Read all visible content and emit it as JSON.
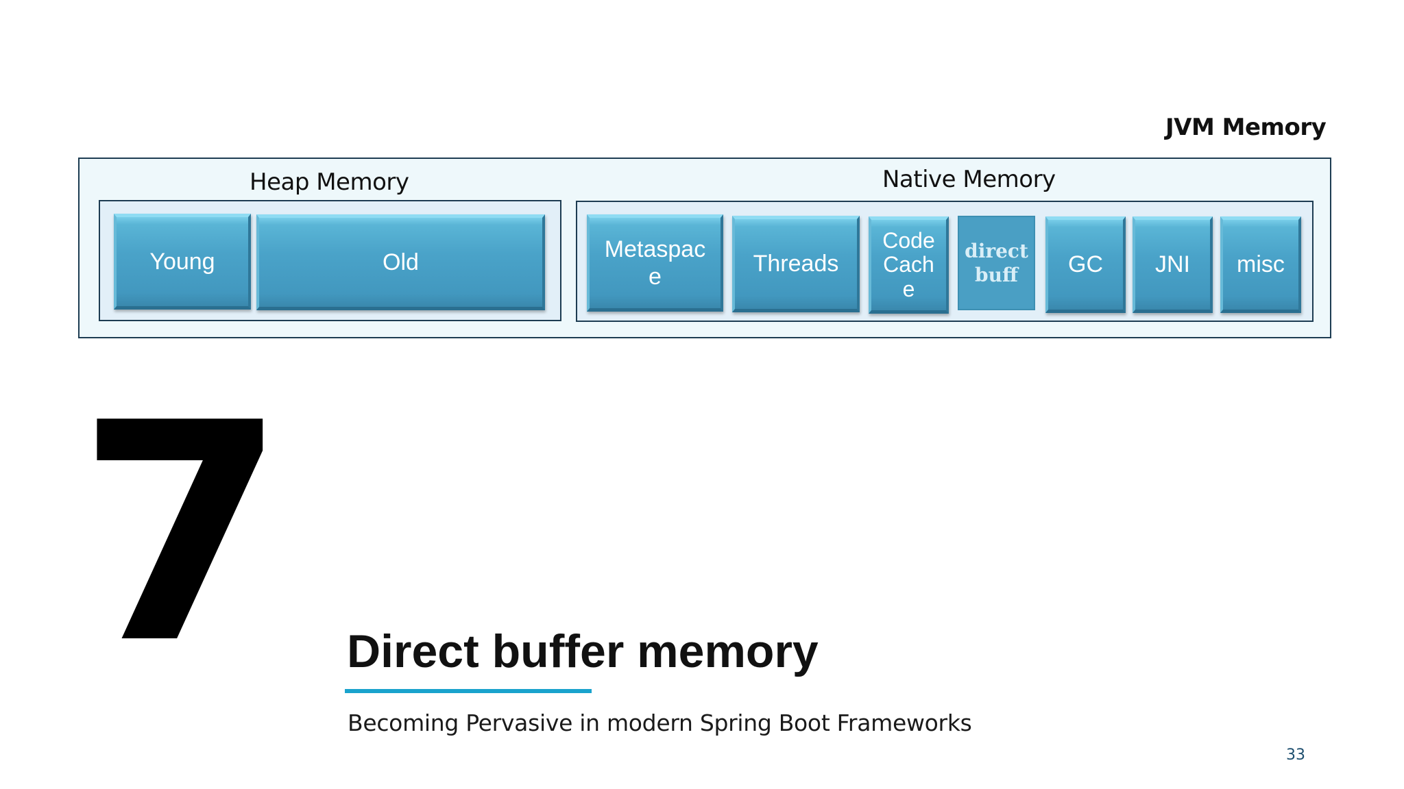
{
  "diagram": {
    "title": "JVM Memory",
    "heap": {
      "label": "Heap Memory",
      "blocks": [
        {
          "lines": [
            "Young"
          ]
        },
        {
          "lines": [
            "Old"
          ]
        }
      ]
    },
    "native": {
      "label": "Native Memory",
      "blocks": [
        {
          "lines": [
            "Metaspac",
            "e"
          ]
        },
        {
          "lines": [
            "Threads"
          ]
        },
        {
          "lines": [
            "Code",
            "Cach",
            "e"
          ]
        },
        {
          "lines": [
            "direct",
            "buff"
          ],
          "highlighted": true
        },
        {
          "lines": [
            "GC"
          ]
        },
        {
          "lines": [
            "JNI"
          ]
        },
        {
          "lines": [
            "misc"
          ]
        }
      ]
    },
    "colors": {
      "block": "#4aa3c9",
      "border": "#1d3c52",
      "outer_fill": "#eef8fb",
      "group_fill": "#e2eff8"
    }
  },
  "slide": {
    "number": "7",
    "title": "Direct buffer memory",
    "subtitle": "Becoming Pervasive in modern Spring Boot Frameworks",
    "page_number": "33",
    "accent_color": "#1aa3cd"
  }
}
